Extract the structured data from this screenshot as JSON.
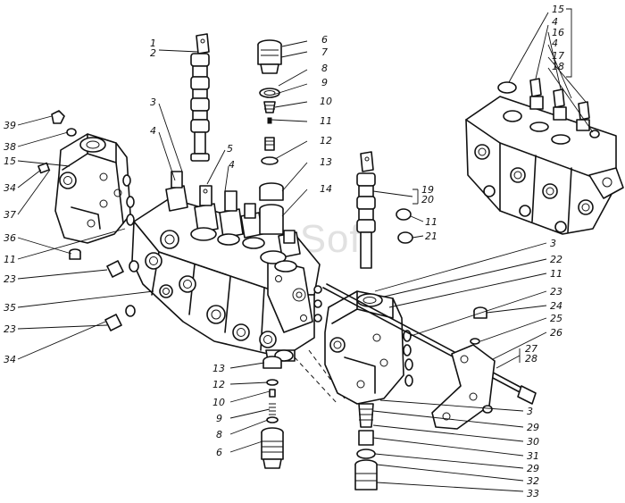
{
  "watermark": "ExtraSoft",
  "callouts": [
    {
      "id": "c-1-2",
      "text": "1\n2"
    },
    {
      "id": "c-3a",
      "text": "3"
    },
    {
      "id": "c-4a",
      "text": "4"
    },
    {
      "id": "c-5",
      "text": "5"
    },
    {
      "id": "c-4b",
      "text": "4"
    },
    {
      "id": "c-6a",
      "text": "6"
    },
    {
      "id": "c-7",
      "text": "7"
    },
    {
      "id": "c-8a",
      "text": "8"
    },
    {
      "id": "c-9a",
      "text": "9"
    },
    {
      "id": "c-10a",
      "text": "10"
    },
    {
      "id": "c-11a",
      "text": "11"
    },
    {
      "id": "c-12a",
      "text": "12"
    },
    {
      "id": "c-13a",
      "text": "13"
    },
    {
      "id": "c-14",
      "text": "14"
    },
    {
      "id": "c-19-20",
      "text": "19\n20"
    },
    {
      "id": "c-11b",
      "text": "11"
    },
    {
      "id": "c-21",
      "text": "21"
    },
    {
      "id": "c-15b",
      "text": "15"
    },
    {
      "id": "c-4c",
      "text": "4"
    },
    {
      "id": "c-16",
      "text": "16"
    },
    {
      "id": "c-4d",
      "text": "4"
    },
    {
      "id": "c-17",
      "text": "17"
    },
    {
      "id": "c-18",
      "text": "18"
    },
    {
      "id": "c-39",
      "text": "39"
    },
    {
      "id": "c-38",
      "text": "38"
    },
    {
      "id": "c-15a",
      "text": "15"
    },
    {
      "id": "c-34a",
      "text": "34"
    },
    {
      "id": "c-37",
      "text": "37"
    },
    {
      "id": "c-36",
      "text": "36"
    },
    {
      "id": "c-11c",
      "text": "11"
    },
    {
      "id": "c-23a",
      "text": "23"
    },
    {
      "id": "c-35",
      "text": "35"
    },
    {
      "id": "c-23b",
      "text": "23"
    },
    {
      "id": "c-34b",
      "text": "34"
    },
    {
      "id": "c-3b",
      "text": "3"
    },
    {
      "id": "c-22",
      "text": "22"
    },
    {
      "id": "c-11d",
      "text": "11"
    },
    {
      "id": "c-23c",
      "text": "23"
    },
    {
      "id": "c-24",
      "text": "24"
    },
    {
      "id": "c-25",
      "text": "25"
    },
    {
      "id": "c-26",
      "text": "26"
    },
    {
      "id": "c-27-28",
      "text": "27\n28"
    },
    {
      "id": "c-13b",
      "text": "13"
    },
    {
      "id": "c-12b",
      "text": "12"
    },
    {
      "id": "c-10b",
      "text": "10"
    },
    {
      "id": "c-9b",
      "text": "9"
    },
    {
      "id": "c-8b",
      "text": "8"
    },
    {
      "id": "c-6b",
      "text": "6"
    },
    {
      "id": "c-3c",
      "text": "3"
    },
    {
      "id": "c-29a",
      "text": "29"
    },
    {
      "id": "c-30",
      "text": "30"
    },
    {
      "id": "c-31",
      "text": "31"
    },
    {
      "id": "c-29b",
      "text": "29"
    },
    {
      "id": "c-32",
      "text": "32"
    },
    {
      "id": "c-33",
      "text": "33"
    }
  ]
}
